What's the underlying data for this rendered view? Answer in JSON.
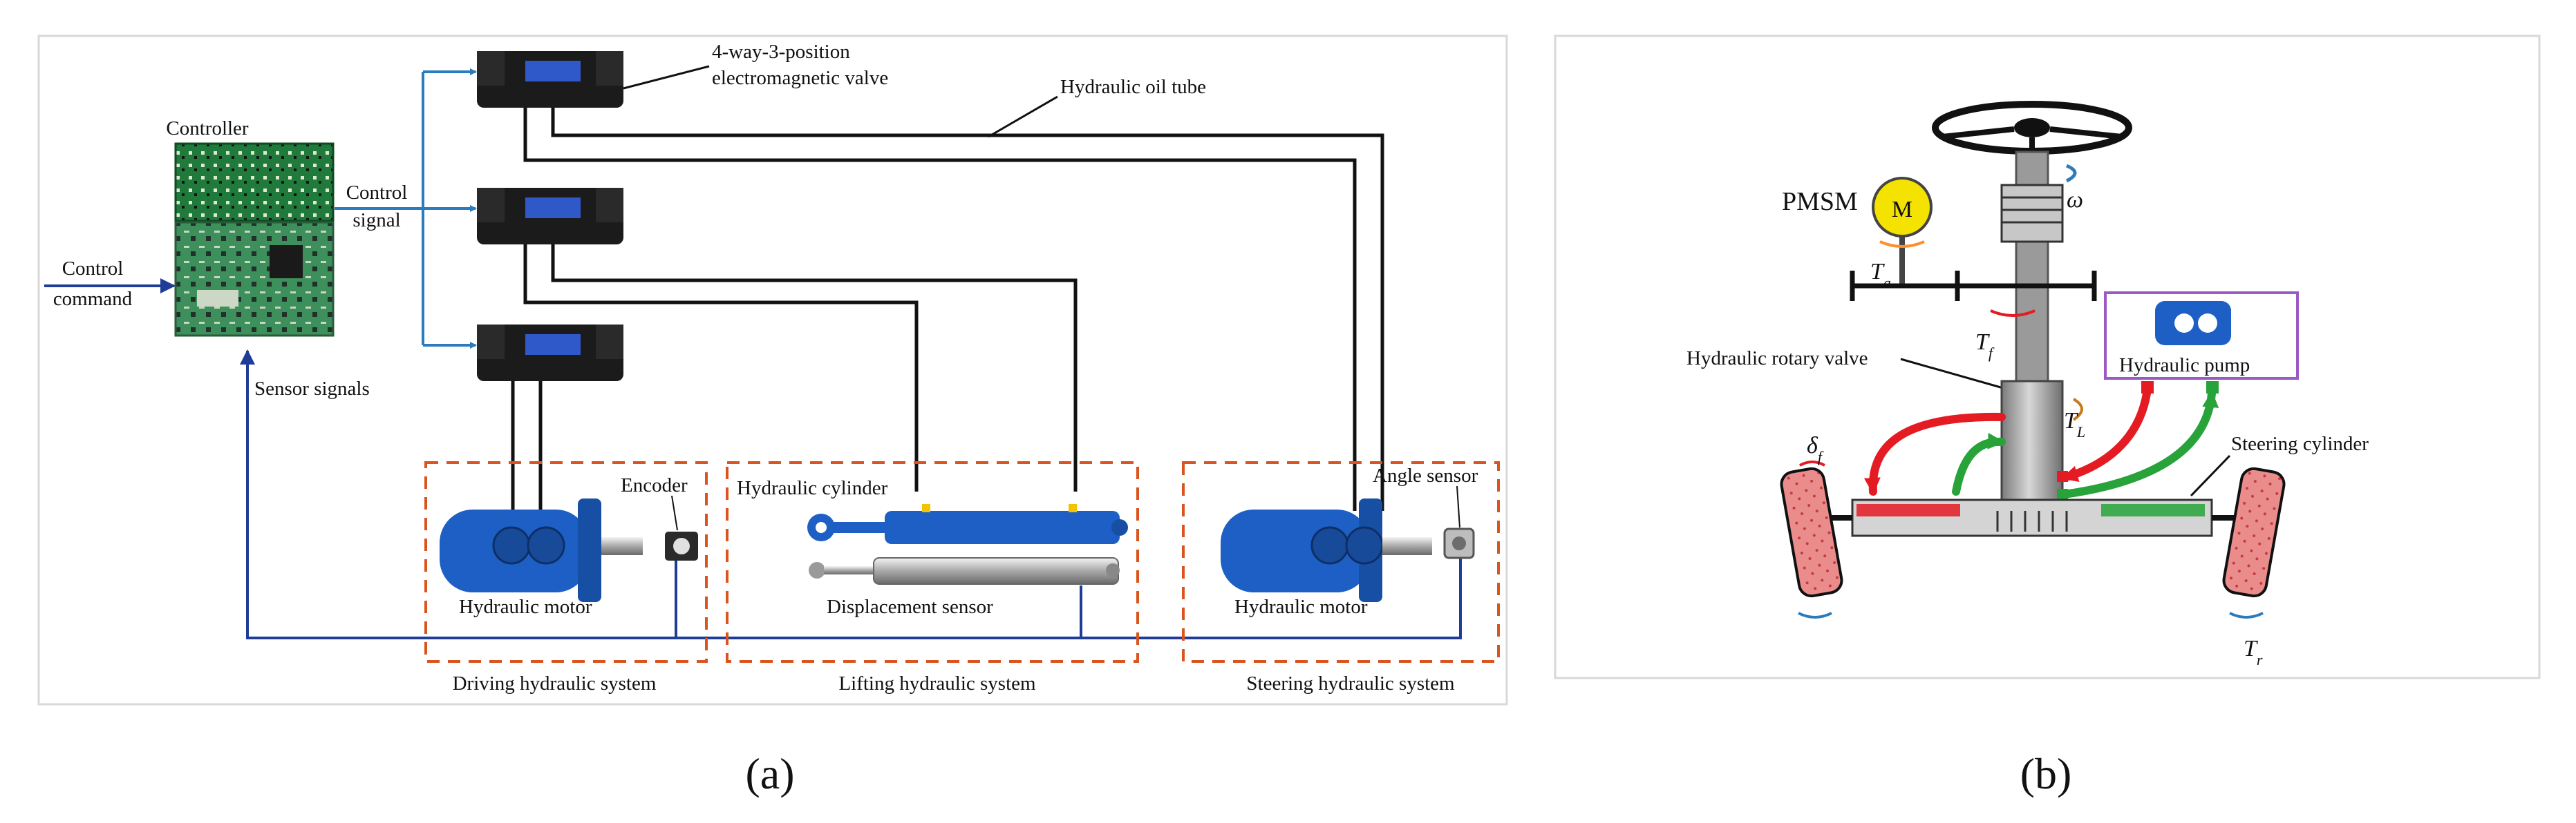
{
  "panel_a": {
    "caption": "(a)",
    "labels": {
      "controller": "Controller",
      "control_command_1": "Control",
      "control_command_2": "command",
      "control_signal_1": "Control",
      "control_signal_2": "signal",
      "sensor_signals": "Sensor signals",
      "valve_1": "4-way-3-position",
      "valve_2": "electromagnetic valve",
      "oil_tube": "Hydraulic oil tube",
      "encoder": "Encoder",
      "hydraulic_cylinder": "Hydraulic cylinder",
      "angle_sensor": "Angle sensor",
      "hydraulic_motor_left": "Hydraulic motor",
      "displacement_sensor": "Displacement sensor",
      "hydraulic_motor_right": "Hydraulic motor",
      "driving_system": "Driving hydraulic system",
      "lifting_system": "Lifting hydraulic system",
      "steering_system": "Steering hydraulic system"
    }
  },
  "panel_b": {
    "caption": "(b)",
    "labels": {
      "pmsm": "PMSM",
      "motor_letter": "M",
      "omega": "ω",
      "t_a": "T",
      "t_a_sub": "a",
      "t_f": "T",
      "t_f_sub": "f",
      "t_l": "T",
      "t_l_sub": "L",
      "t_r": "T",
      "t_r_sub": "r",
      "delta_f": "δ",
      "delta_f_sub": "f",
      "rotary_valve": "Hydraulic rotary valve",
      "hydraulic_pump": "Hydraulic pump",
      "steering_cylinder": "Steering cylinder"
    }
  },
  "colors": {
    "signal_blue": "#1f3c96",
    "arrow_blue": "#2b7bbd",
    "dashed_orange": "#d9541e",
    "component_blue": "#1d5fc4",
    "oil_line": "#111111",
    "flow_red": "#e51b24",
    "flow_green": "#27a33a",
    "pump_box": "#9b59c6",
    "motor_yellow": "#f4e200",
    "tire_red": "#e86a6a"
  }
}
